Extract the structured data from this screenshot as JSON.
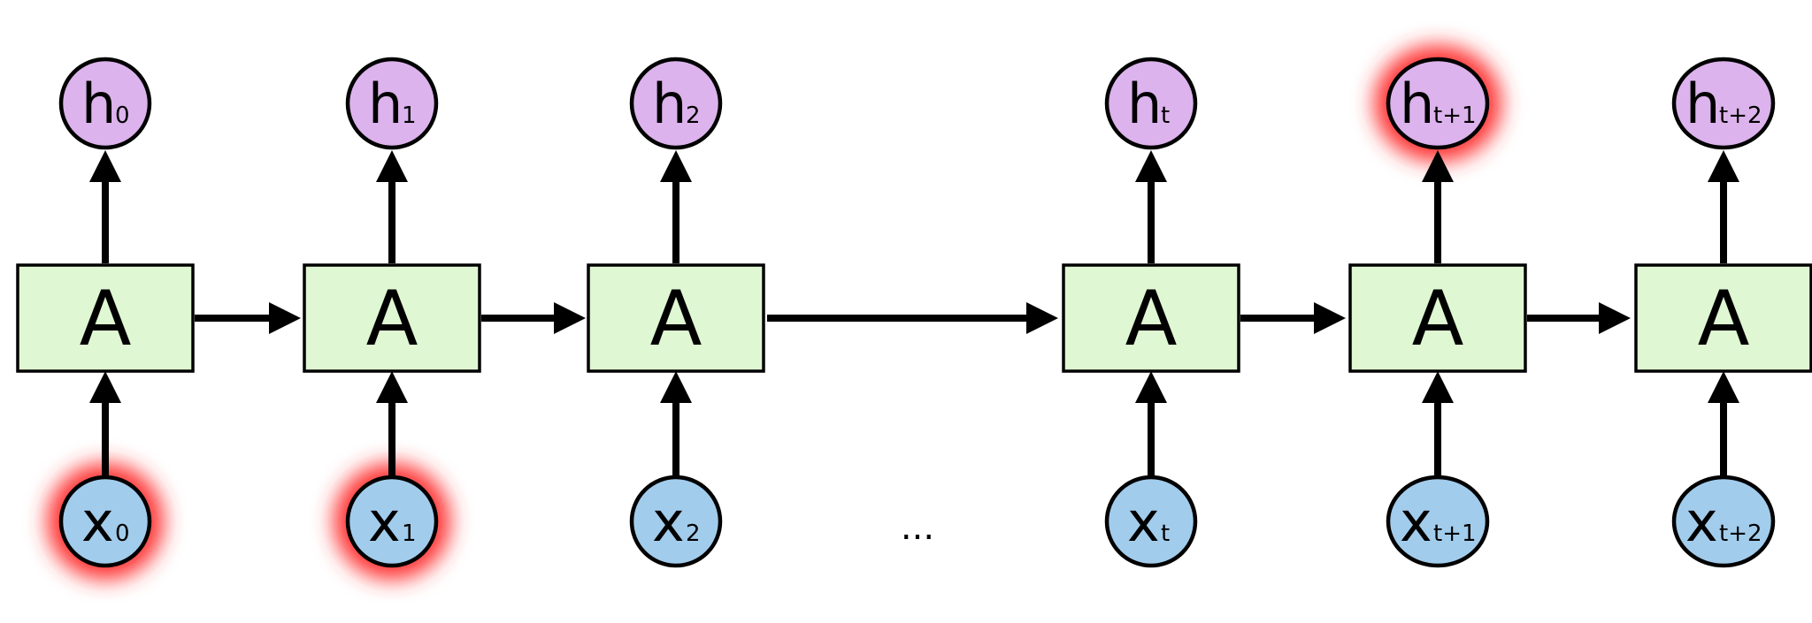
{
  "cell_label": "A",
  "ellipsis": "...",
  "highlight_color": "#ff3030",
  "colors": {
    "cell_fill": "#dff7d2",
    "output_fill": "#dcb3ec",
    "input_fill": "#a2ccec"
  },
  "steps": [
    {
      "output": {
        "base": "h",
        "sub": "0"
      },
      "input": {
        "base": "x",
        "sub": "0"
      },
      "output_highlighted": false,
      "input_highlighted": true
    },
    {
      "output": {
        "base": "h",
        "sub": "1"
      },
      "input": {
        "base": "x",
        "sub": "1"
      },
      "output_highlighted": false,
      "input_highlighted": true
    },
    {
      "output": {
        "base": "h",
        "sub": "2"
      },
      "input": {
        "base": "x",
        "sub": "2"
      },
      "output_highlighted": false,
      "input_highlighted": false
    },
    {
      "output": {
        "base": "h",
        "sub": "t"
      },
      "input": {
        "base": "x",
        "sub": "t"
      },
      "output_highlighted": false,
      "input_highlighted": false
    },
    {
      "output": {
        "base": "h",
        "sub": "t+1"
      },
      "input": {
        "base": "x",
        "sub": "t+1"
      },
      "output_highlighted": true,
      "input_highlighted": false
    },
    {
      "output": {
        "base": "h",
        "sub": "t+2"
      },
      "input": {
        "base": "x",
        "sub": "t+2"
      },
      "output_highlighted": false,
      "input_highlighted": false
    }
  ]
}
